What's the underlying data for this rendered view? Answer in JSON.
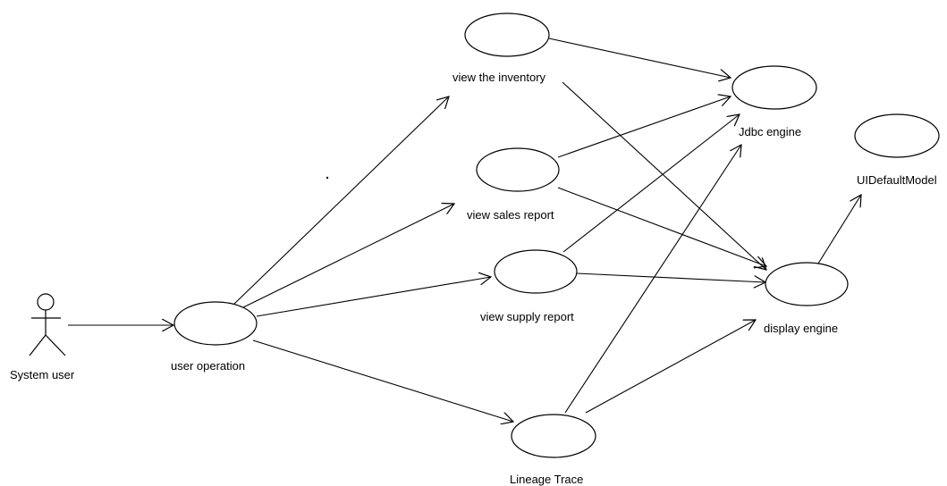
{
  "actor": {
    "label": "System user"
  },
  "use_cases": {
    "user_operation": "user operation",
    "view_inventory": "view the inventory",
    "view_sales_report": "view sales report",
    "view_supply_report": "view supply report",
    "lineage_trace": "Lineage Trace",
    "jdbc_engine": "Jdbc engine",
    "display_engine": "display engine",
    "ui_default_model": "UIDefaultModel"
  }
}
